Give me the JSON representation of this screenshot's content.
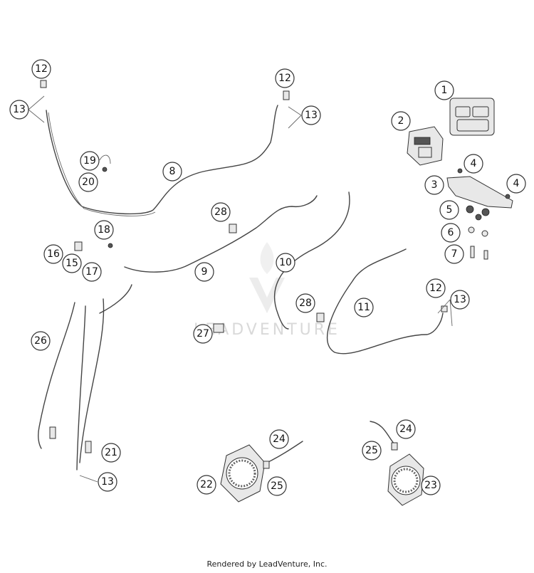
{
  "watermark": {
    "text": "LEADVENTURE"
  },
  "footer": {
    "credit": "Rendered by LeadVenture, Inc."
  },
  "callouts": [
    {
      "label": "1"
    },
    {
      "label": "2"
    },
    {
      "label": "3"
    },
    {
      "label": "4"
    },
    {
      "label": "4"
    },
    {
      "label": "5"
    },
    {
      "label": "6"
    },
    {
      "label": "7"
    },
    {
      "label": "8"
    },
    {
      "label": "9"
    },
    {
      "label": "10"
    },
    {
      "label": "11"
    },
    {
      "label": "12"
    },
    {
      "label": "12"
    },
    {
      "label": "12"
    },
    {
      "label": "13"
    },
    {
      "label": "13"
    },
    {
      "label": "13"
    },
    {
      "label": "13"
    },
    {
      "label": "15"
    },
    {
      "label": "16"
    },
    {
      "label": "17"
    },
    {
      "label": "18"
    },
    {
      "label": "19"
    },
    {
      "label": "20"
    },
    {
      "label": "21"
    },
    {
      "label": "22"
    },
    {
      "label": "23"
    },
    {
      "label": "24"
    },
    {
      "label": "24"
    },
    {
      "label": "25"
    },
    {
      "label": "25"
    },
    {
      "label": "26"
    },
    {
      "label": "27"
    },
    {
      "label": "28"
    },
    {
      "label": "28"
    }
  ]
}
